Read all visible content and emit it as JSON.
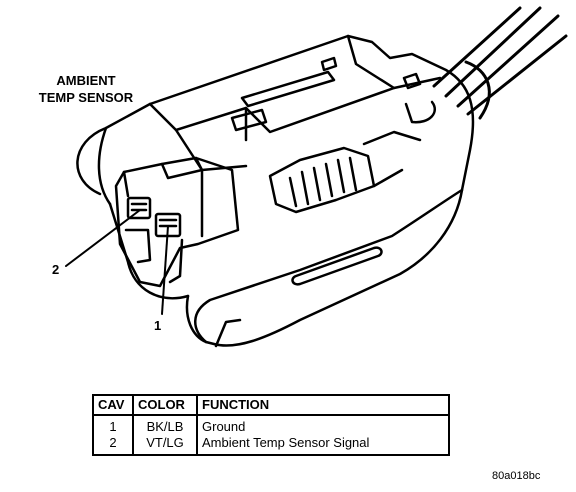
{
  "diagram": {
    "title_lines": [
      "AMBIENT",
      "TEMP SENSOR"
    ],
    "callouts": [
      "2",
      "1"
    ],
    "figure_code": "80a018bc"
  },
  "table": {
    "headers": {
      "cav": "CAV",
      "color": "COLOR",
      "function": "FUNCTION"
    },
    "rows": [
      {
        "cav": "1",
        "color": "BK/LB",
        "function": "Ground"
      },
      {
        "cav": "2",
        "color": "VT/LG",
        "function": "Ambient Temp Sensor Signal"
      }
    ]
  }
}
